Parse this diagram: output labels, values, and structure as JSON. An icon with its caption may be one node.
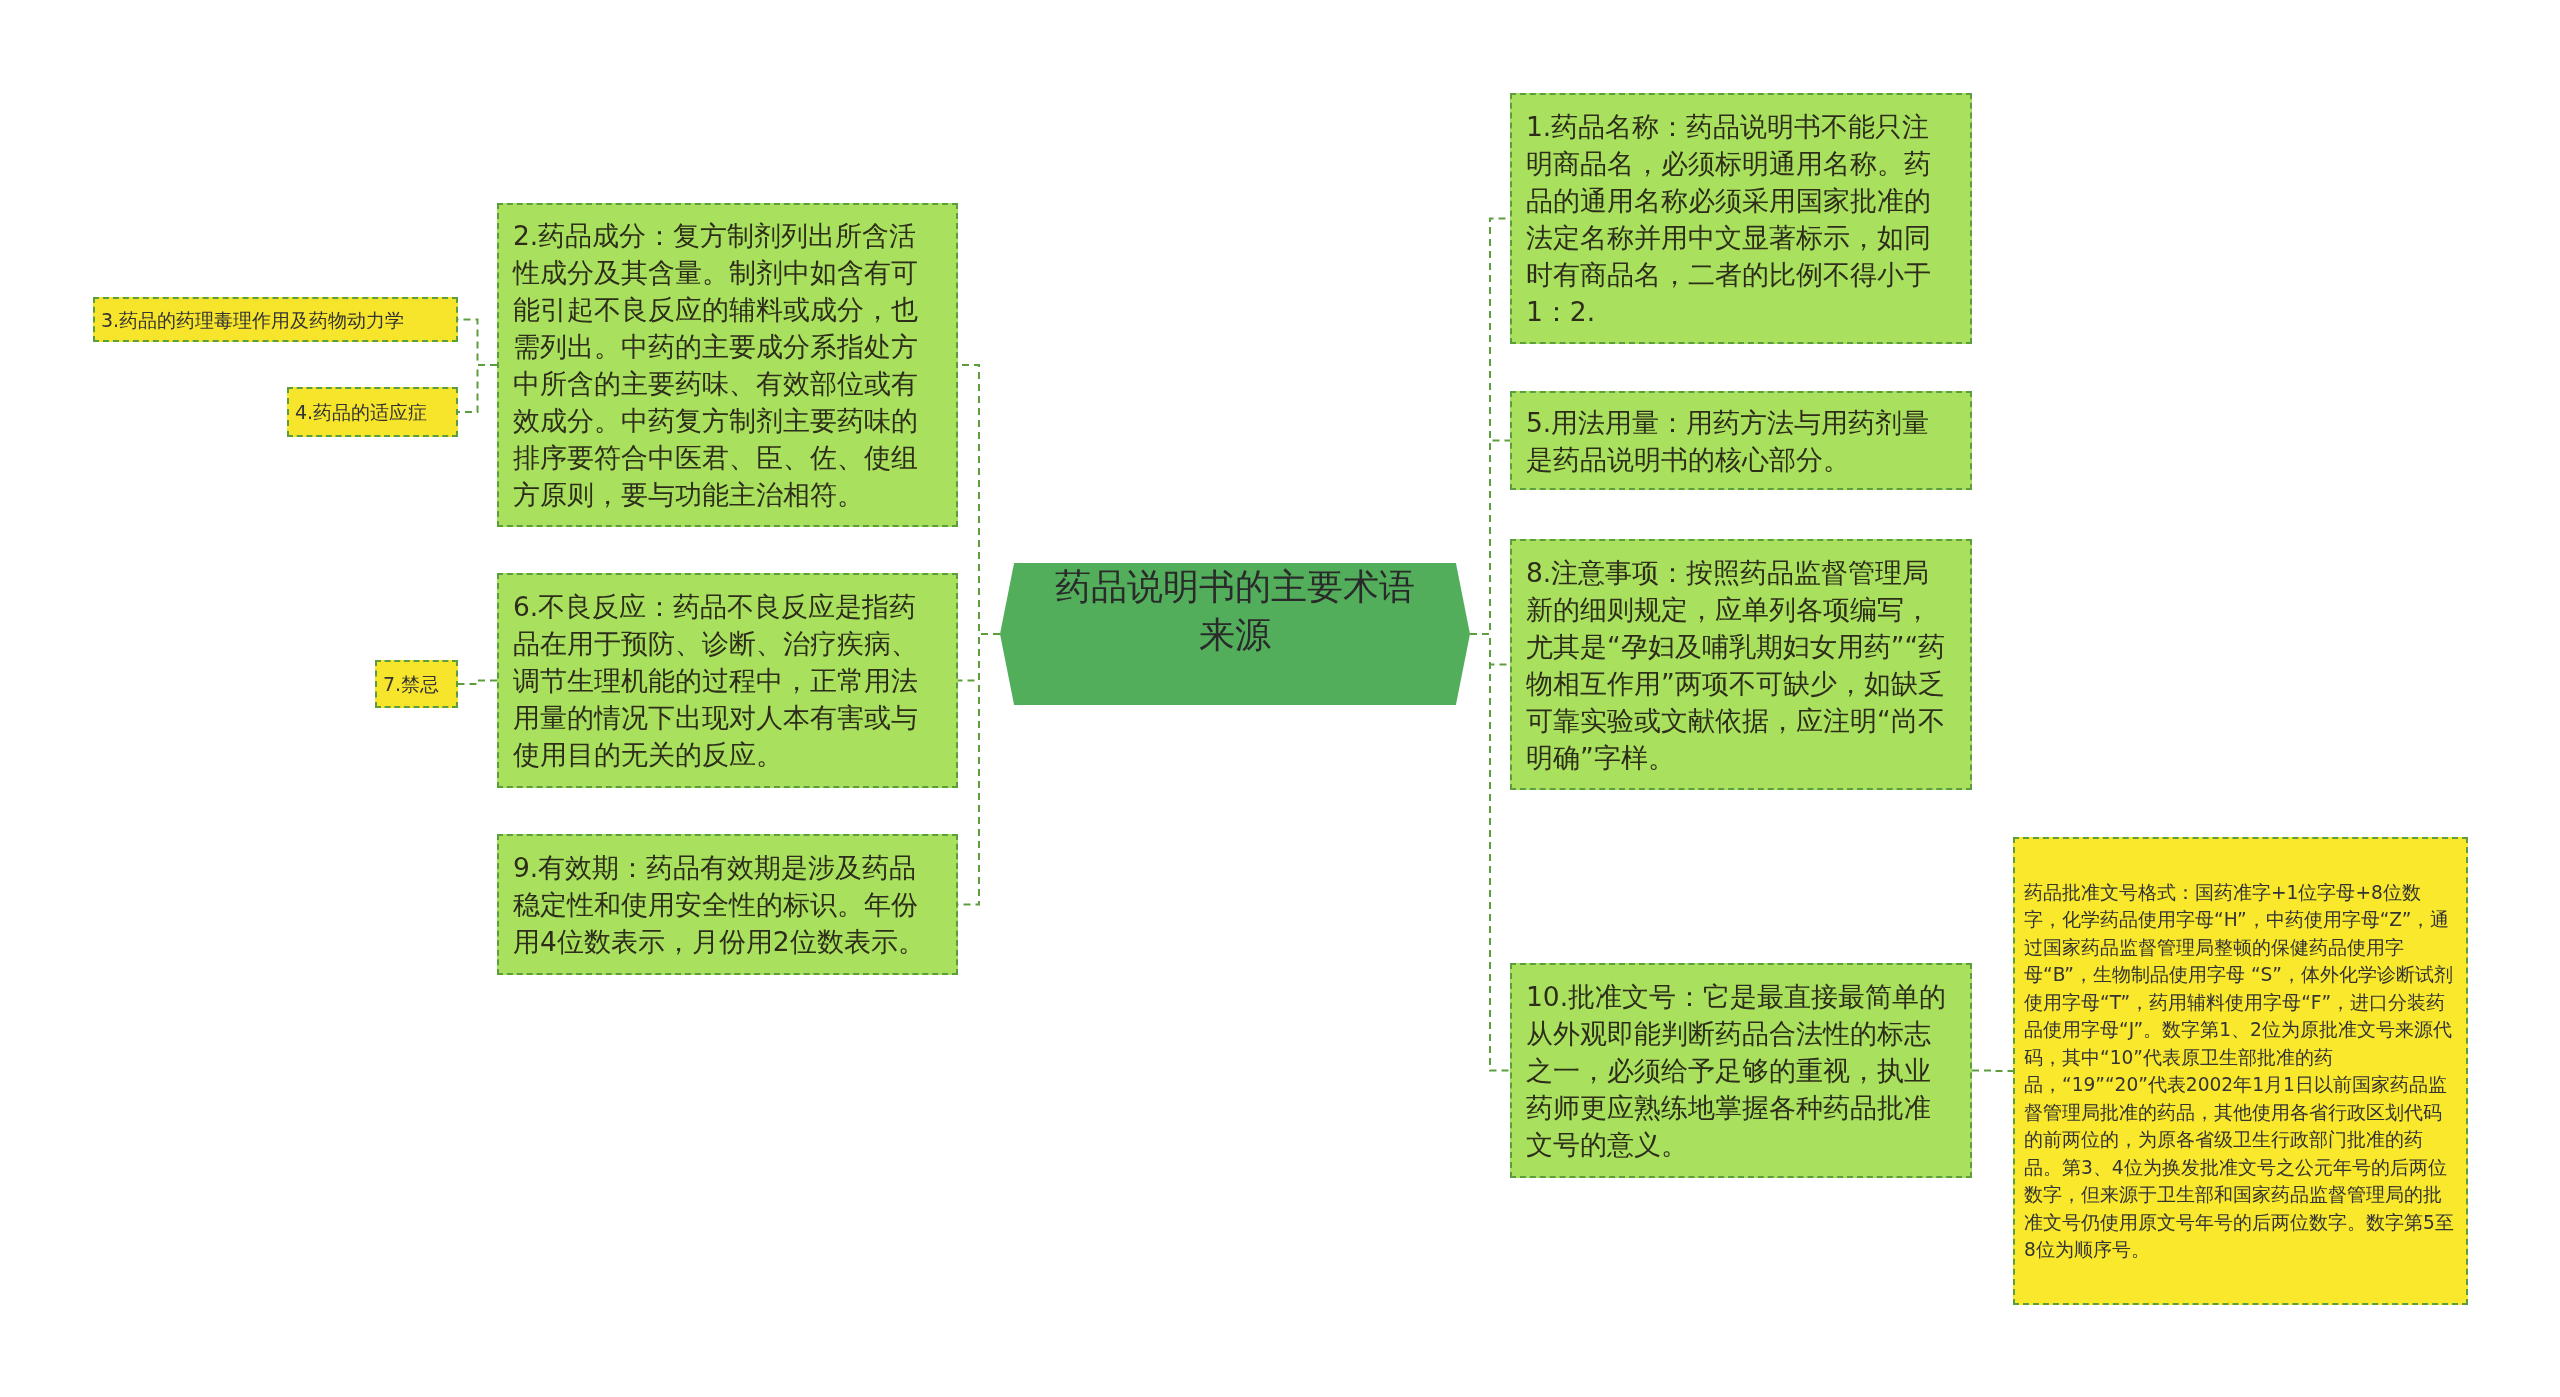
{
  "diagram": {
    "nodes": [
      {
        "text": [
          "药品说明书的主要术语来源"
        ]
      },
      {
        "text": [
          "1.药品名称：药品说明书不能只注明商品名，必须标明通用名称。药品的通用名称必须采用国家批准的法定名称并用中文显著标示，如同时有商品名，二者的比例不得小于1：2."
        ]
      },
      {
        "text": [
          "2.药品成分：复方制剂列出所含活性成分及其含量。制剂中如含有可能引起不良反应的辅料或成分，也需列出。中药的主要成分系指处方中所含的主要药味、有效部位或有效成分。中药复方制剂主要药味的排序要符合中医君、臣、佐、使组方原则，要与功能主治相符。"
        ]
      },
      {
        "text": [
          "3.药品的药理毒理作用及药物动力学"
        ]
      },
      {
        "text": [
          "4.药品的适应症"
        ]
      },
      {
        "text": [
          "5.用法用量：用药方法与用药剂量是药品说明书的核心部分。"
        ]
      },
      {
        "text": [
          "6.不良反应：药品不良反应是指药品在用于预防、诊断、治疗疾病、调节生理机能的过程中，正常用法用量的情况下出现对人本有害或与使用目的无关的反应。"
        ]
      },
      {
        "text": [
          "7.禁忌"
        ]
      },
      {
        "text": [
          "8.注意事项：按照药品监督管理局新的细则规定，应单列各项编写，尤其是“孕妇及哺乳期妇女用药”“药物相互作用”两项不可缺少，如缺乏可靠实验或文献依据，应注明“尚不明确”字样。"
        ]
      },
      {
        "text": [
          "9.有效期：药品有效期是涉及药品稳定性和使用安全性的标识。年份用4位数表示，月份用2位数表示。"
        ]
      },
      {
        "text": [
          "10.批准文号：它是最直接最简单的从外观即能判断药品合法性的标志之一，必须给予足够的重视，执业药师更应熟练地掌握各种药品批准文号的意义。"
        ]
      },
      {
        "text": [
          "药品批准文号格式：国药准字+1位字母+8位数字，化学药品使用字母“H”，中药使用字母“Z”，通过国家药品监督管理局整顿的保健药品使用字母“B”，生物制品使用字母 “S”，体外化学诊断试剂使用字母“T”，药用辅料使用字母“F”，进口分装药品使用字母“J”。数字第1、2位为原批准文号来源代码，其中“10”代表原卫生部批准的药品，“19”“20”代表2002年1月1日以前国家药品监督管理局批准的药品，其他使用各省行政区划代码的前两位的，为原各省级卫生行政部门批准的药品。第3、4位为换发批准文号之公元年号的后两位数字，但来源于卫生部和国家药品监督管理局的批准文号仍使用原文号年号的后两位数字。数字第5至8位为顺序号。"
        ]
      }
    ],
    "edges": [
      {
        "from": 0,
        "to": 2,
        "arrow": "none"
      },
      {
        "from": 0,
        "to": 6,
        "arrow": "none"
      },
      {
        "from": 0,
        "to": 9,
        "arrow": "none"
      },
      {
        "from": 0,
        "to": 1,
        "arrow": "none"
      },
      {
        "from": 0,
        "to": 5,
        "arrow": "none"
      },
      {
        "from": 0,
        "to": 8,
        "arrow": "none"
      },
      {
        "from": 0,
        "to": 10,
        "arrow": "none"
      },
      {
        "from": 2,
        "to": 3,
        "arrow": "none"
      },
      {
        "from": 2,
        "to": 4,
        "arrow": "none"
      },
      {
        "from": 6,
        "to": 7,
        "arrow": "none"
      },
      {
        "from": 10,
        "to": 11,
        "arrow": "none"
      }
    ]
  }
}
